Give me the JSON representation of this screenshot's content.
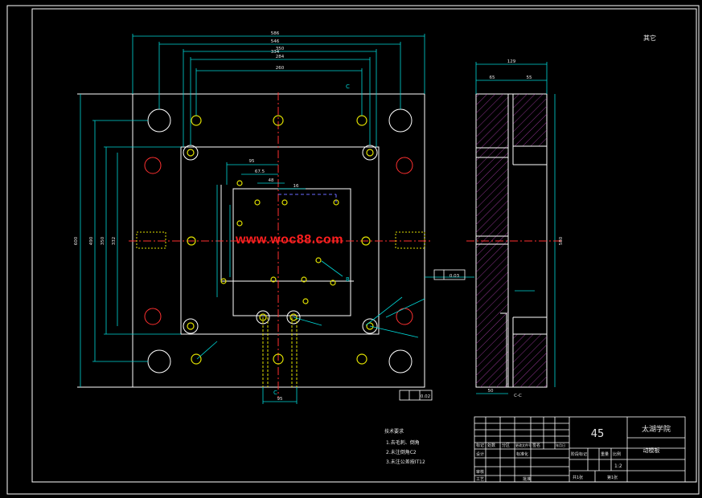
{
  "colors": {
    "background": "#000000",
    "outline": "#ffffff",
    "dimension": "#00d7d7",
    "hole": "#e0e000",
    "center": "#ff3030",
    "hatch": "#b040b0",
    "guide": "#6a6aff",
    "watermark": "#ff1f1f"
  },
  "watermark": "www.woc88.com",
  "roughness_note": "其它",
  "top_dims": [
    "586",
    "546",
    "350",
    "334",
    "284",
    "260"
  ],
  "left_dims": [
    "600",
    "490",
    "350",
    "332"
  ],
  "inner_dims": [
    "95",
    "67.5",
    "48",
    "16",
    "95"
  ],
  "side_view": {
    "top_dim": "129",
    "sub_dims": [
      "65",
      "55"
    ],
    "height_dim": "580",
    "bottom_dim": "50",
    "section_label": "C-C"
  },
  "section_marks": [
    "C",
    "C",
    "B"
  ],
  "tolerance_boxes": [
    "0.03",
    "0.02"
  ],
  "notes": {
    "title": "技术要求",
    "lines": [
      "1.去毛刺、倒角",
      "2.未注倒角C2",
      "3.未注公差按IT12"
    ]
  },
  "title_block": {
    "material": "45",
    "school": "太湖学院",
    "part_name": "动模板",
    "scale": "1:2",
    "header_labels": [
      "标记",
      "处数",
      "分区",
      "更改文件号",
      "签名",
      "年月日"
    ],
    "row_labels": [
      "设计",
      "标准化",
      "审核",
      "工艺",
      "批准"
    ],
    "stage_labels": [
      "阶段标记",
      "重量",
      "比例"
    ],
    "sheet_labels": [
      "共1张",
      "第1张"
    ]
  }
}
